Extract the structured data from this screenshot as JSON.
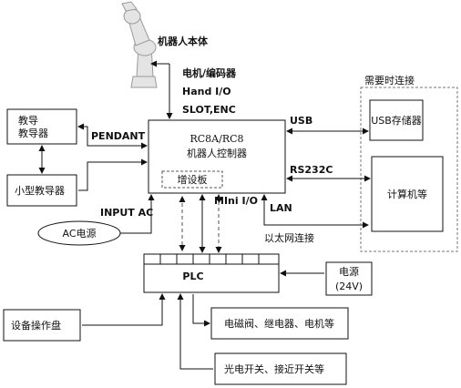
{
  "robot": {
    "label": "机器人本体"
  },
  "cable": {
    "line1": "电机/编码器",
    "line2": "Hand I/O",
    "line3": "SLOT,ENC"
  },
  "controller": {
    "model": "RC8A/RC8",
    "name": "机器人控制器",
    "board": "增设板"
  },
  "pendant": {
    "line1": "教导",
    "line2": "教导器",
    "link": "PENDANT"
  },
  "mini_pendant": {
    "label": "小型教导器"
  },
  "input_ac": "INPUT AC",
  "ac_power": "AC电源",
  "mini_io": "MIni I/O",
  "lan": "LAN",
  "ethernet": "以太网连接",
  "usb": "USB",
  "rs232c": "RS232C",
  "optional": {
    "title": "需要时连接",
    "usb_storage": "USB存储器",
    "computer": "计算机等"
  },
  "plc": {
    "label": "PLC"
  },
  "power": {
    "line1": "电源",
    "line2": "(24V)"
  },
  "panel": "设备操作盘",
  "actuators": "电磁阀、继电器、电机等",
  "sensors": "光电开关、接近开关等",
  "colors": {
    "line": "#111111",
    "dash": "#666666",
    "robot": "#e2e2e2"
  }
}
